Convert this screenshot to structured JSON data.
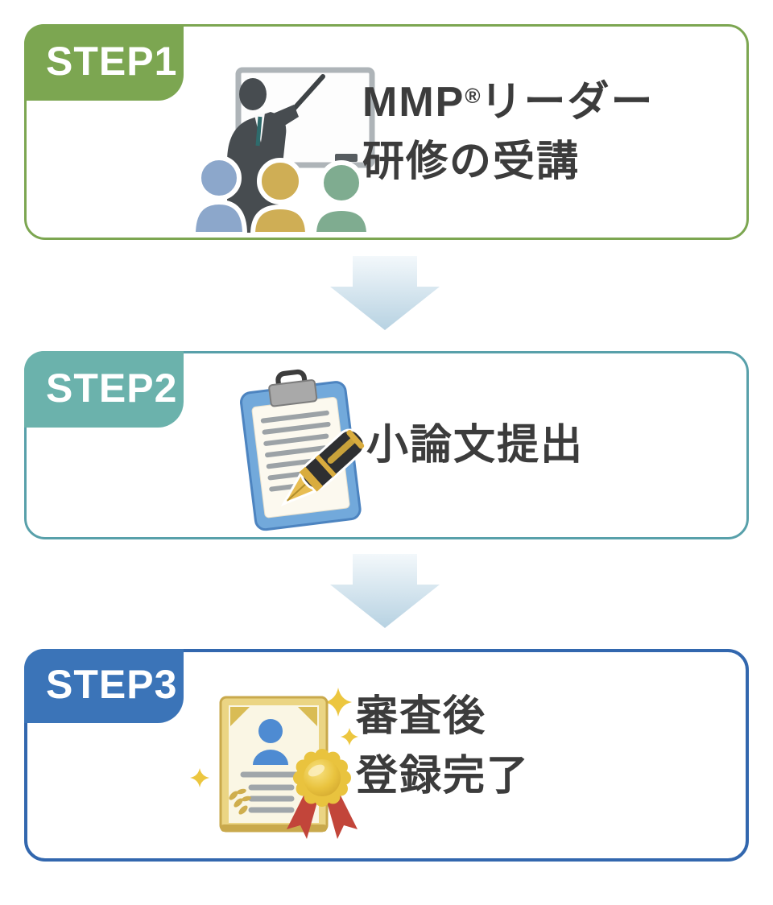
{
  "title": "MMP leader registration 3-step flow",
  "text_color": "#3C3C3C",
  "steps": [
    {
      "badge_label": "STEP1",
      "badge_color": "#7CA651",
      "border_color": "#7CA651",
      "icon_name": "teacher-presentation-icon",
      "title_prefix": "MMP",
      "title_regmark": "®",
      "title_suffix": "リーダー",
      "title_line2": "研修の受講"
    },
    {
      "badge_label": "STEP2",
      "badge_color": "#6BB2AC",
      "border_color": "#58A0AA",
      "icon_name": "clipboard-pen-icon",
      "title_line1": "小論文提出"
    },
    {
      "badge_label": "STEP3",
      "badge_color": "#3B74B8",
      "border_color": "#3267AE",
      "icon_name": "certificate-medal-icon",
      "title_line1": "審査後",
      "title_line2": "登録完了"
    }
  ],
  "arrow": {
    "name": "down-arrow",
    "gradient_top": "#F3F8FB",
    "gradient_bottom": "#B7D2E2"
  }
}
